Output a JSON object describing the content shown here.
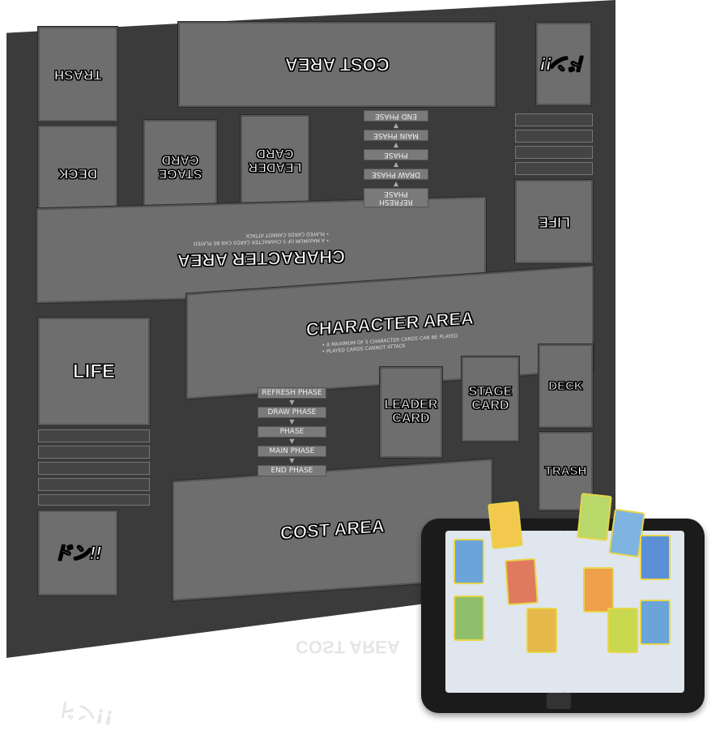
{
  "top_half": {
    "trash": "TRASH",
    "cost_area": "COST AREA",
    "deck": "DECK",
    "stage_card": "STAGE CARD",
    "leader_card": "LEADER CARD",
    "life": "LIFE",
    "character_area": "CHARACTER AREA",
    "character_notes": [
      "• A MAXIMUM OF 5 CHARACTER CARDS CAN BE PLAYED",
      "• PLAYED CARDS CANNOT ATTACK"
    ],
    "phases": [
      "REFRESH PHASE",
      "DRAW PHASE",
      "PHASE",
      "MAIN PHASE",
      "END PHASE"
    ],
    "don_logo": "ドン!!"
  },
  "bottom_half": {
    "life": "LIFE",
    "character_area": "CHARACTER AREA",
    "character_notes": [
      "• A MAXIMUM OF 5 CHARACTER CARDS CAN BE PLAYED",
      "• PLAYED CARDS CANNOT ATTACK"
    ],
    "phases": [
      "REFRESH PHASE",
      "DRAW PHASE",
      "PHASE",
      "MAIN PHASE",
      "END PHASE"
    ],
    "leader_card": "LEADER CARD",
    "stage_card": "STAGE CARD",
    "deck": "DECK",
    "trash": "TRASH",
    "cost_area": "COST AREA",
    "don_logo": "ドン!!"
  },
  "reflection": {
    "cost_area": "COST AREA",
    "don_logo": "ドン!!"
  },
  "colors": {
    "mat": "#3b3b3b",
    "zone": "#6e6e6e",
    "binder": "#1b1b1b"
  }
}
